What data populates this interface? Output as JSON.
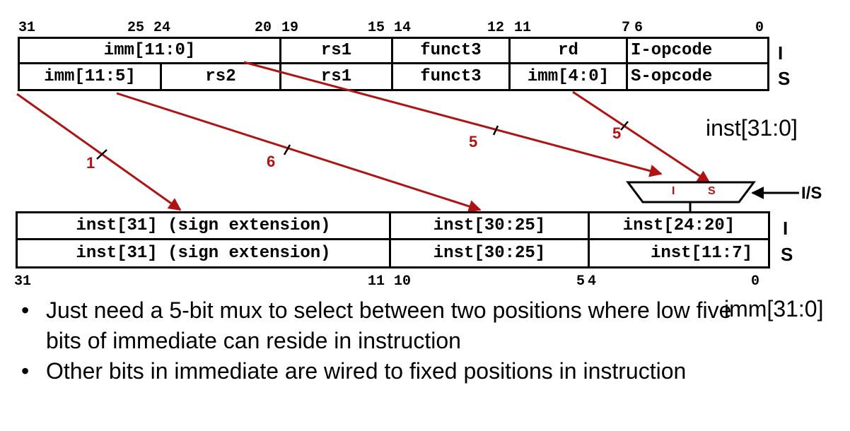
{
  "instruction": {
    "bit_positions": [
      "31",
      "25",
      "24",
      "20",
      "19",
      "15",
      "14",
      "12",
      "11",
      "7",
      "6",
      "0"
    ],
    "rows": [
      {
        "format": "I",
        "fields": [
          "imm[11:0]",
          "rs1",
          "funct3",
          "rd",
          "I-opcode"
        ]
      },
      {
        "format": "S",
        "fields": [
          "imm[11:5]",
          "rs2",
          "rs1",
          "funct3",
          "imm[4:0]",
          "S-opcode"
        ]
      }
    ],
    "label": "inst[31:0]"
  },
  "arrows": {
    "width_labels": [
      "1",
      "6",
      "5",
      "5"
    ],
    "color": "#b01313"
  },
  "mux": {
    "inputs": [
      "I",
      "S"
    ],
    "select_label": "I/S"
  },
  "immediate": {
    "bit_positions": [
      "31",
      "11",
      "10",
      "5",
      "4",
      "0"
    ],
    "rows": [
      {
        "format": "I",
        "fields": [
          "inst[31] (sign extension)",
          "inst[30:25]",
          "inst[24:20]"
        ]
      },
      {
        "format": "S",
        "fields": [
          "inst[31] (sign extension)",
          "inst[30:25]",
          "inst[11:7]"
        ]
      }
    ],
    "label": "imm[31:0]"
  },
  "bullets": [
    "Just need a 5-bit mux to select between two positions where low five bits of immediate can reside in instruction",
    "Other bits in immediate are wired to fixed positions in instruction"
  ]
}
